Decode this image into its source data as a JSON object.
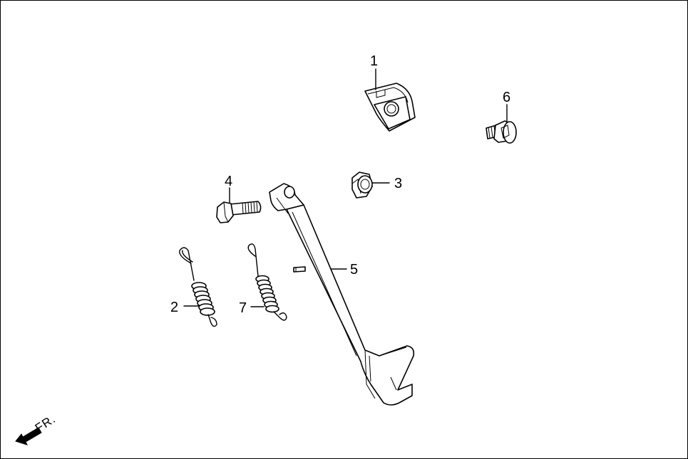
{
  "diagram": {
    "direction_label": "FR.",
    "callouts": [
      {
        "id": "1",
        "text": "1"
      },
      {
        "id": "2",
        "text": "2"
      },
      {
        "id": "3",
        "text": "3"
      },
      {
        "id": "4",
        "text": "4"
      },
      {
        "id": "5",
        "text": "5"
      },
      {
        "id": "6",
        "text": "6"
      },
      {
        "id": "7",
        "text": "7"
      }
    ]
  }
}
